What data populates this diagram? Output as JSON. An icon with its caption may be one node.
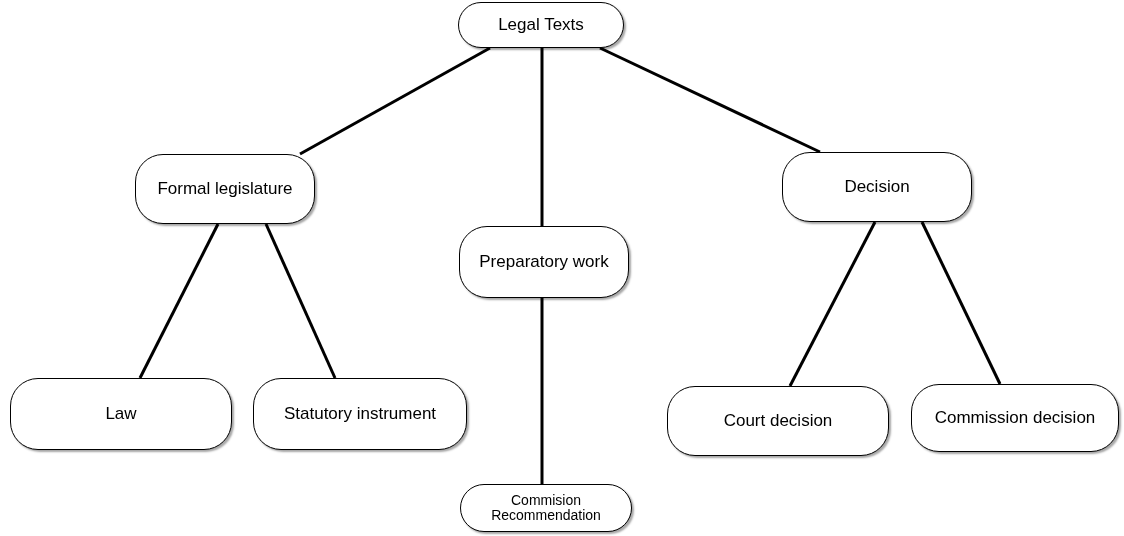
{
  "diagram": {
    "nodes": [
      {
        "text": [
          "Legal Texts"
        ]
      },
      {
        "text": [
          "Formal legislature"
        ]
      },
      {
        "text": [
          "Preparatory work"
        ]
      },
      {
        "text": [
          "Decision"
        ]
      },
      {
        "text": [
          "Law"
        ]
      },
      {
        "text": [
          "Statutory instrument"
        ]
      },
      {
        "text": [
          "Court decision"
        ]
      },
      {
        "text": [
          "Commission decision"
        ]
      },
      {
        "text": [
          "Commision Recommendation"
        ]
      }
    ],
    "edges": [
      {
        "from": 0,
        "to": 1,
        "arrow": "none"
      },
      {
        "from": 0,
        "to": 2,
        "arrow": "none"
      },
      {
        "from": 0,
        "to": 3,
        "arrow": "none"
      },
      {
        "from": 1,
        "to": 4,
        "arrow": "none"
      },
      {
        "from": 1,
        "to": 5,
        "arrow": "none"
      },
      {
        "from": 2,
        "to": 8,
        "arrow": "none"
      },
      {
        "from": 3,
        "to": 6,
        "arrow": "none"
      },
      {
        "from": 3,
        "to": 7,
        "arrow": "none"
      }
    ]
  }
}
